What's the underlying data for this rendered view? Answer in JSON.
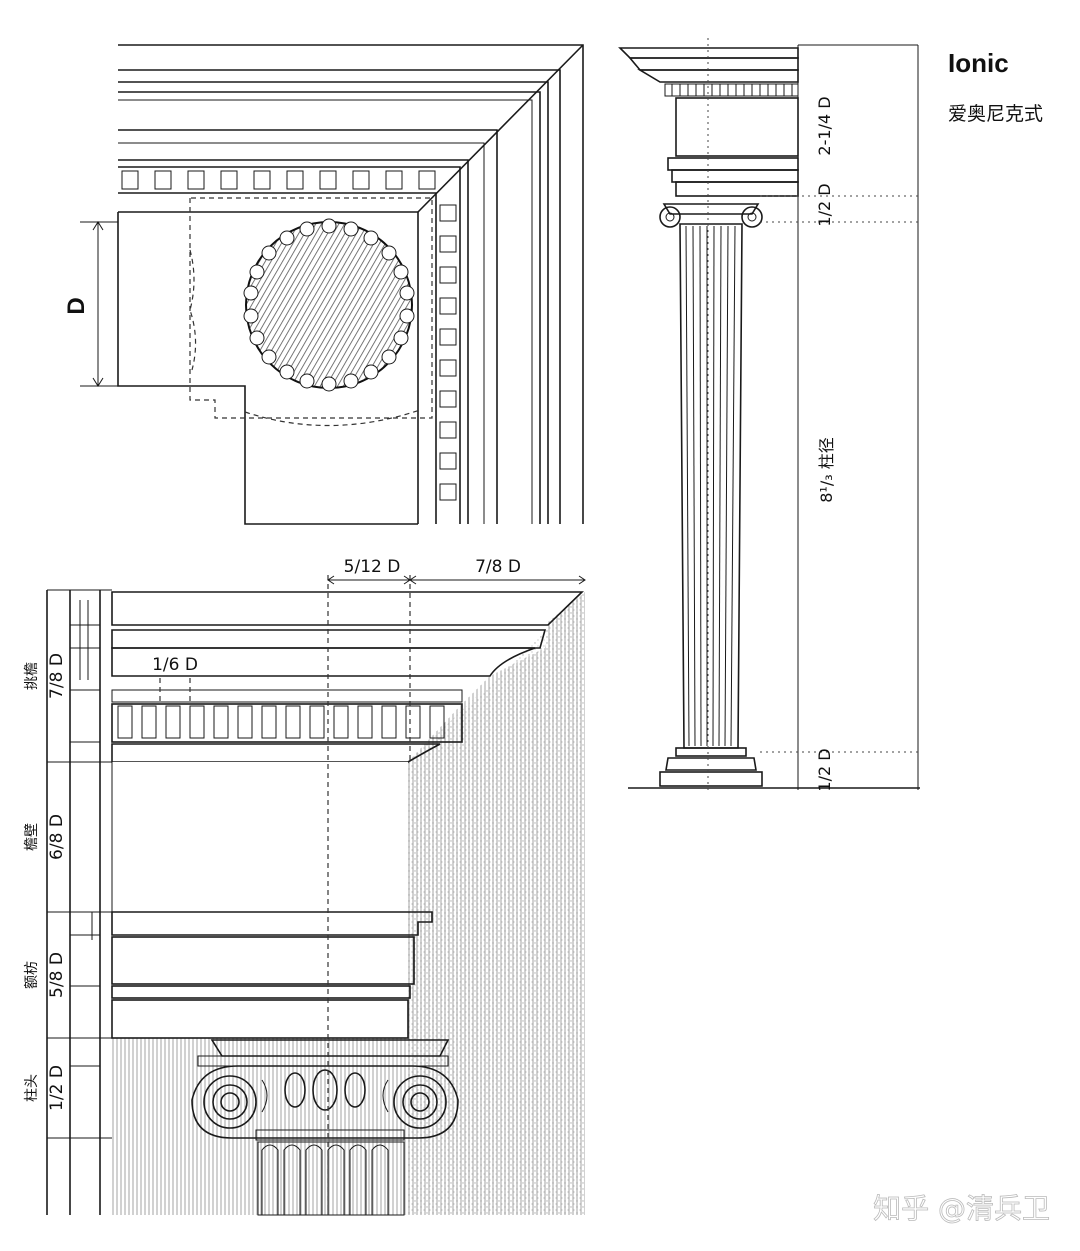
{
  "title": "Ionic",
  "subtitle": "爱奥尼克式",
  "plan": {
    "diameter_label": "D"
  },
  "elevation": {
    "labels": {
      "entablature_height": "2-1/4 D",
      "capital_height": "1/2 D",
      "shaft_height": "8¹/₃ 柱径",
      "base_height": "1/2 D"
    }
  },
  "detail": {
    "top_labels": {
      "projection_a": "5/12 D",
      "projection_b": "7/8 D",
      "dentil": "1/6 D"
    },
    "side_labels": [
      {
        "part": "挑檐",
        "dim": "7/8 D"
      },
      {
        "part": "檐壁",
        "dim": "6/8 D"
      },
      {
        "part": "额枋",
        "dim": "5/8 D"
      },
      {
        "part": "柱头",
        "dim": "1/2 D"
      }
    ]
  },
  "watermark": "知乎 @清兵卫",
  "icons": [
    "plan-drawing",
    "column-elevation",
    "entablature-detail",
    "ionic-volute"
  ]
}
